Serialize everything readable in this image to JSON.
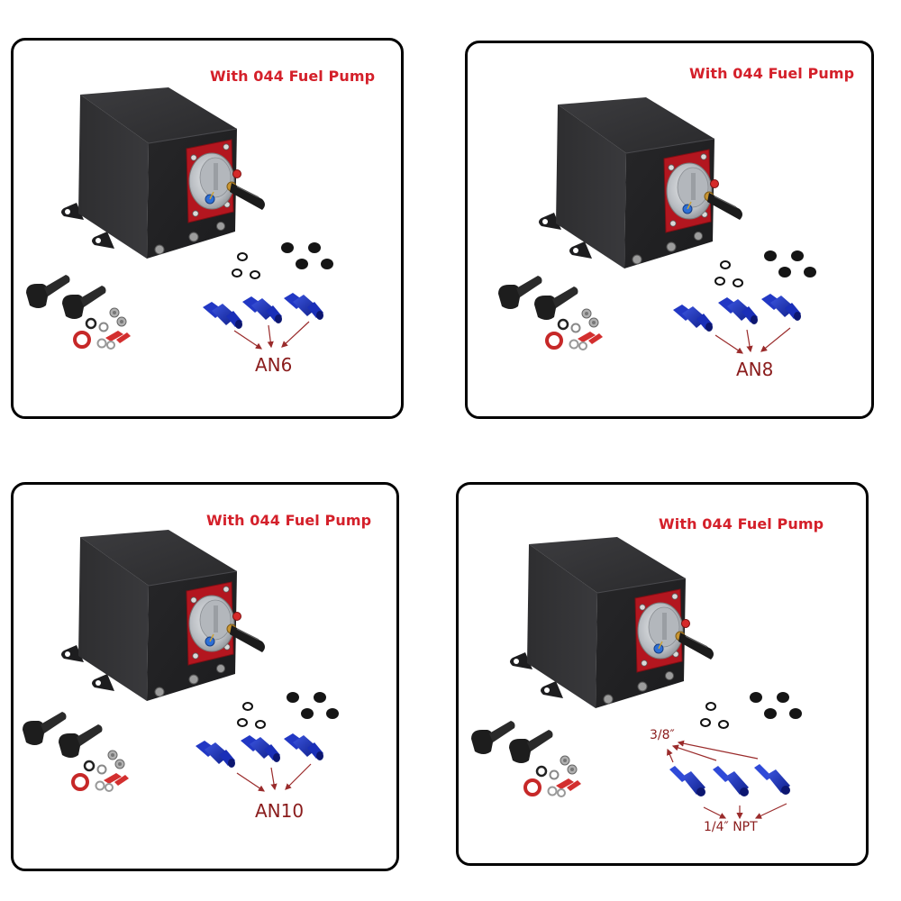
{
  "colors": {
    "title_red": "#d4202a",
    "label_red": "#8a1c1c",
    "tank_black": "#2b2b2d",
    "flange_red": "#b3161f",
    "fitting_blue": "#1a2fb8",
    "border": "#000000"
  },
  "panels": [
    {
      "title": "With 044 Fuel Pump",
      "fitting_label": "AN6",
      "product": "surge tank with fuel pump",
      "fittings_count": 3
    },
    {
      "title": "With 044 Fuel Pump",
      "fitting_label": "AN8",
      "product": "surge tank with fuel pump",
      "fittings_count": 3
    },
    {
      "title": "With 044 Fuel Pump",
      "fitting_label": "AN10",
      "product": "surge tank with fuel pump",
      "fittings_count": 3
    },
    {
      "title": "With 044 Fuel Pump",
      "fitting_label_top": "3/8″",
      "fitting_label_bottom": "1/4″  NPT",
      "product": "surge tank with fuel pump",
      "fittings_count": 3
    }
  ]
}
